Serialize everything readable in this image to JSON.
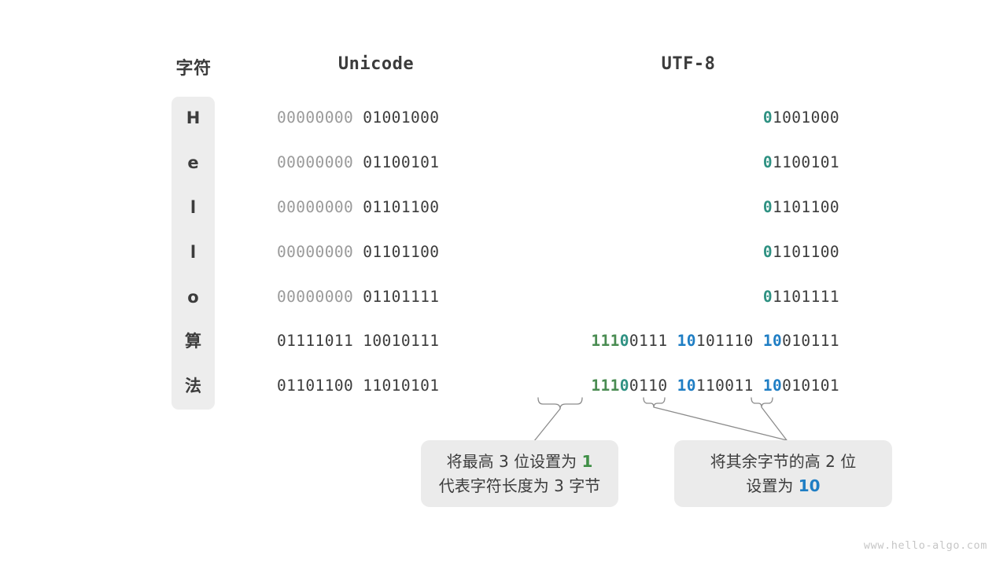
{
  "headers": {
    "character": "字符",
    "unicode": "Unicode",
    "utf8": "UTF-8"
  },
  "rows": [
    {
      "char": "H",
      "unicode_high": "00000000",
      "unicode_low": "01001000",
      "utf8_lead_marker": "0",
      "utf8_lead_rest": "1001000",
      "utf8_bytes": []
    },
    {
      "char": "e",
      "unicode_high": "00000000",
      "unicode_low": "01100101",
      "utf8_lead_marker": "0",
      "utf8_lead_rest": "1100101",
      "utf8_bytes": []
    },
    {
      "char": "l",
      "unicode_high": "00000000",
      "unicode_low": "01101100",
      "utf8_lead_marker": "0",
      "utf8_lead_rest": "1101100",
      "utf8_bytes": []
    },
    {
      "char": "l",
      "unicode_high": "00000000",
      "unicode_low": "01101100",
      "utf8_lead_marker": "0",
      "utf8_lead_rest": "1101100",
      "utf8_bytes": []
    },
    {
      "char": "o",
      "unicode_high": "00000000",
      "unicode_low": "01101111",
      "utf8_lead_marker": "0",
      "utf8_lead_rest": "1101111",
      "utf8_bytes": []
    },
    {
      "char": "算",
      "unicode_high": "01111011",
      "unicode_low": "10010111",
      "utf8_prefix_ones": "111",
      "utf8_prefix_zero": "0",
      "utf8_prefix_rest": "0111",
      "utf8_cont1_marker": "10",
      "utf8_cont1_rest": "101110",
      "utf8_cont2_marker": "10",
      "utf8_cont2_rest": "010111"
    },
    {
      "char": "法",
      "unicode_high": "01101100",
      "unicode_low": "11010101",
      "utf8_prefix_ones": "111",
      "utf8_prefix_zero": "0",
      "utf8_prefix_rest": "0110",
      "utf8_cont1_marker": "10",
      "utf8_cont1_rest": "110011",
      "utf8_cont2_marker": "10",
      "utf8_cont2_rest": "010101"
    }
  ],
  "callouts": {
    "first": {
      "line1_before": "将最高 3 位设置为 ",
      "line1_highlight": "1",
      "line2": "代表字符长度为 3 字节"
    },
    "second": {
      "line1": "将其余字节的高 2 位",
      "line2_before": "设置为 ",
      "line2_highlight": "10"
    }
  },
  "watermark": "www.hello-algo.com",
  "colors": {
    "green": "#4a8c52",
    "teal": "#2e9182",
    "blue": "#1f7ec4",
    "dim": "#9a9a9a",
    "dark": "#3c3c3c",
    "panel": "#ededed",
    "callout_bg": "#ebebeb"
  }
}
